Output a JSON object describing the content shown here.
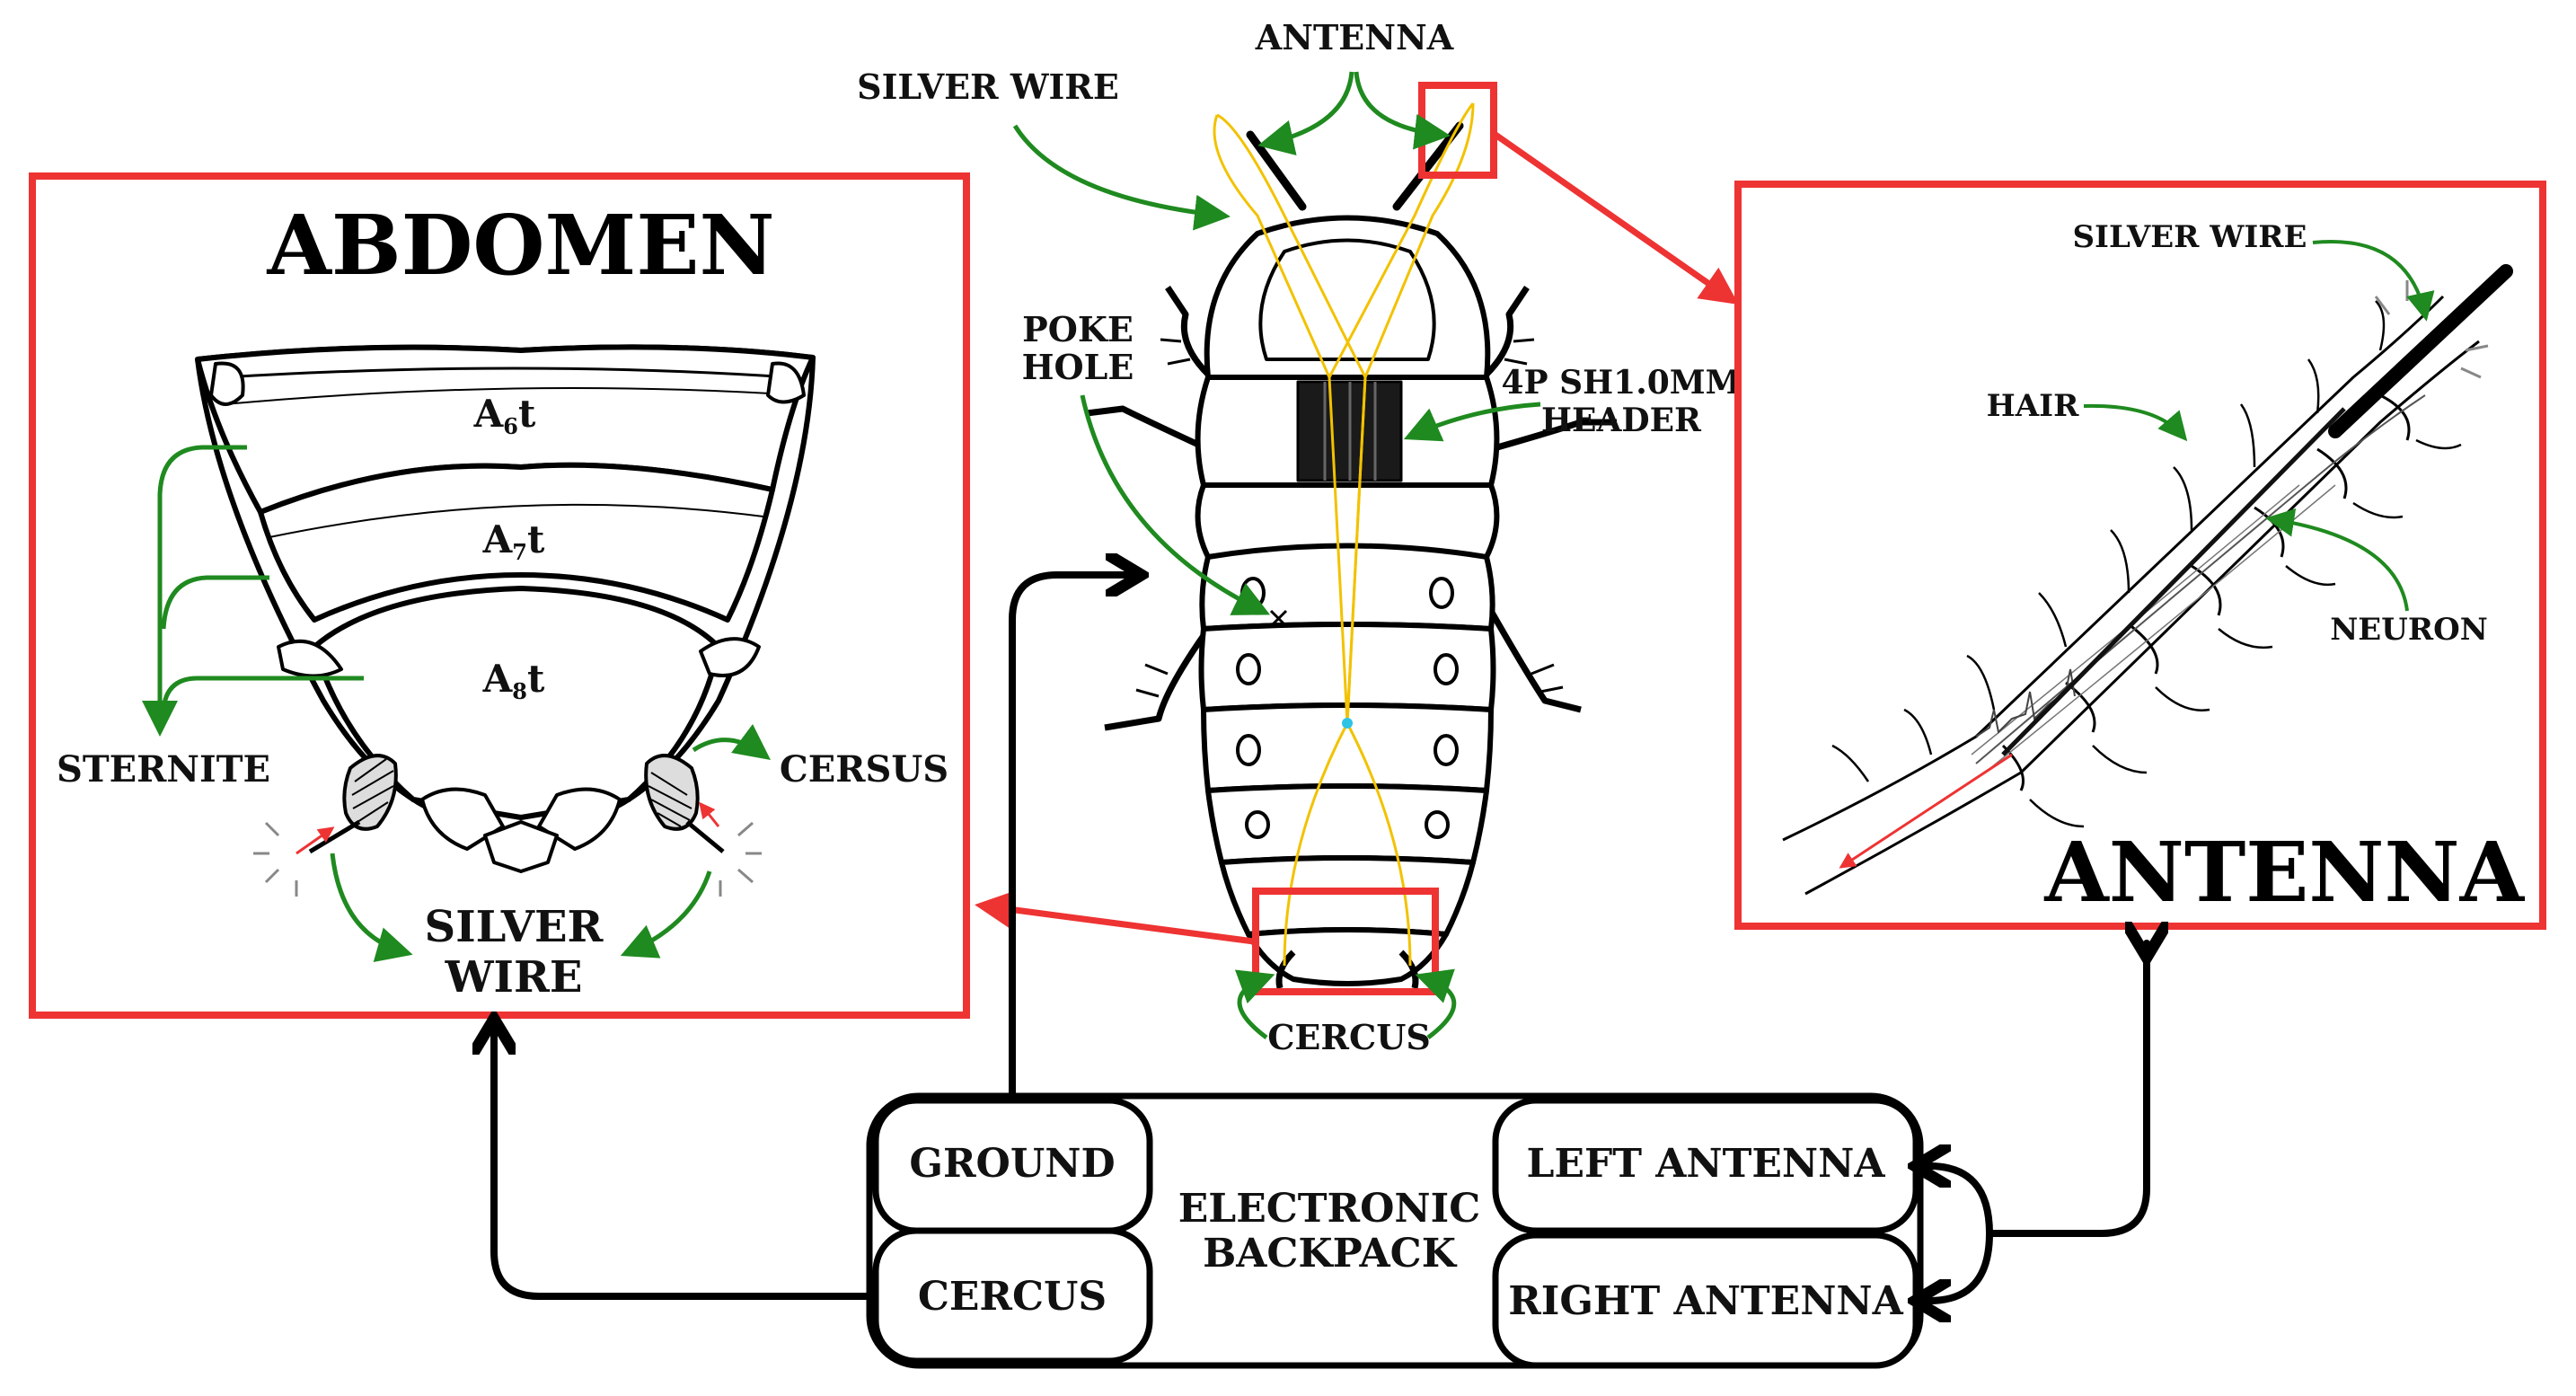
{
  "colors": {
    "frame": "#ee3333",
    "arrow_green": "#1f8a1f",
    "wire": "#f2c200",
    "accent_cyan": "#2ec4e6",
    "ink": "#000000"
  },
  "labels": {
    "top_silver_wire": "SILVER WIRE",
    "top_antenna": "ANTENNA",
    "poke_hole": [
      "POKE",
      "HOLE"
    ],
    "header": [
      "4P SH1.0MM",
      "HEADER"
    ],
    "cercus_bottom": "CERCUS"
  },
  "abdomen": {
    "title": "ABDOMEN",
    "segments": [
      {
        "base": "A",
        "sub": "6",
        "suffix": "t"
      },
      {
        "base": "A",
        "sub": "7",
        "suffix": "t"
      },
      {
        "base": "A",
        "sub": "8",
        "suffix": "t"
      }
    ],
    "sternite": "STERNITE",
    "cersus": "CERSUS",
    "silver_wire": [
      "SILVER",
      "WIRE"
    ]
  },
  "antenna_panel": {
    "title": "ANTENNA",
    "silver_wire": "SILVER WIRE",
    "hair": "HAIR",
    "neuron": "NEURON"
  },
  "backpack": {
    "title": [
      "ELECTRONIC",
      "BACKPACK"
    ],
    "ground": "GROUND",
    "cercus": "CERCUS",
    "left_antenna": "LEFT ANTENNA",
    "right_antenna": "RIGHT ANTENNA"
  }
}
